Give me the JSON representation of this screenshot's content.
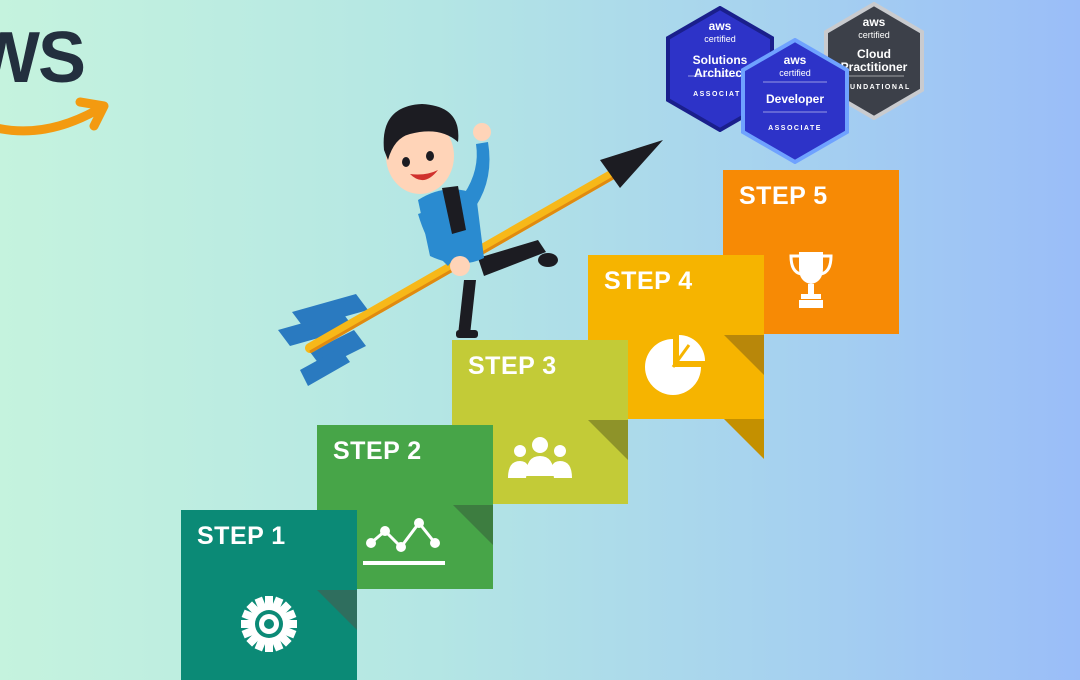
{
  "logo": {
    "text": "WS"
  },
  "steps": [
    {
      "label": "STEP 1",
      "icon": "gear-icon",
      "color": "#0b8a76"
    },
    {
      "label": "STEP 2",
      "icon": "line-graph-icon",
      "color": "#47a548"
    },
    {
      "label": "STEP 3",
      "icon": "team-icon",
      "color": "#c3cb37"
    },
    {
      "label": "STEP 4",
      "icon": "pie-chart-icon",
      "color": "#f6b400"
    },
    {
      "label": "STEP 5",
      "icon": "trophy-icon",
      "color": "#f78a05"
    }
  ],
  "badges": [
    {
      "brand": "aws",
      "cert": "certified",
      "title_line1": "Solutions",
      "title_line2": "Architect",
      "level": "ASSOCIATE",
      "color": "#2d33c8"
    },
    {
      "brand": "aws",
      "cert": "certified",
      "title_line1": "Developer",
      "title_line2": "",
      "level": "ASSOCIATE",
      "color": "#2d33c8"
    },
    {
      "brand": "aws",
      "cert": "certified",
      "title_line1": "Cloud",
      "title_line2": "Practitioner",
      "level": "FOUNDATIONAL",
      "color": "#3c4049"
    }
  ],
  "colors": {
    "logo_smile": "#f39a10",
    "arrow_shaft": "#f7b819",
    "arrow_fletch": "#2a7ac0",
    "shirt": "#2a8bd0"
  }
}
